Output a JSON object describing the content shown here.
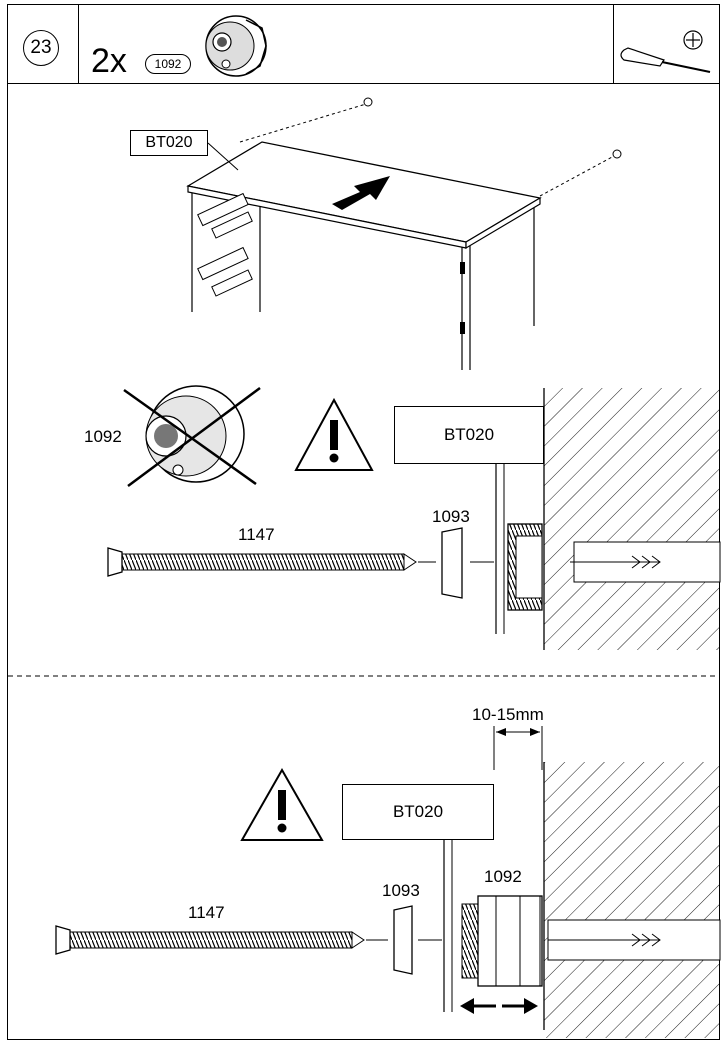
{
  "header": {
    "step_number": "23",
    "quantity": "2x",
    "part_number": "1092",
    "tool_icon": "screwdriver-phillips-icon"
  },
  "top_view": {
    "board_label": "BT020"
  },
  "detail_incorrect": {
    "fitting_label": "1092",
    "board_label": "BT020",
    "screw_label": "1147",
    "cap_label": "1093",
    "warning_icon": "warning-triangle-icon",
    "crossed_icon": "crossed-out-icon"
  },
  "detail_correct": {
    "gap_label": "10-15mm",
    "board_label": "BT020",
    "screw_label": "1147",
    "cap_label": "1093",
    "fitting_label": "1092",
    "warning_icon": "warning-triangle-icon"
  }
}
